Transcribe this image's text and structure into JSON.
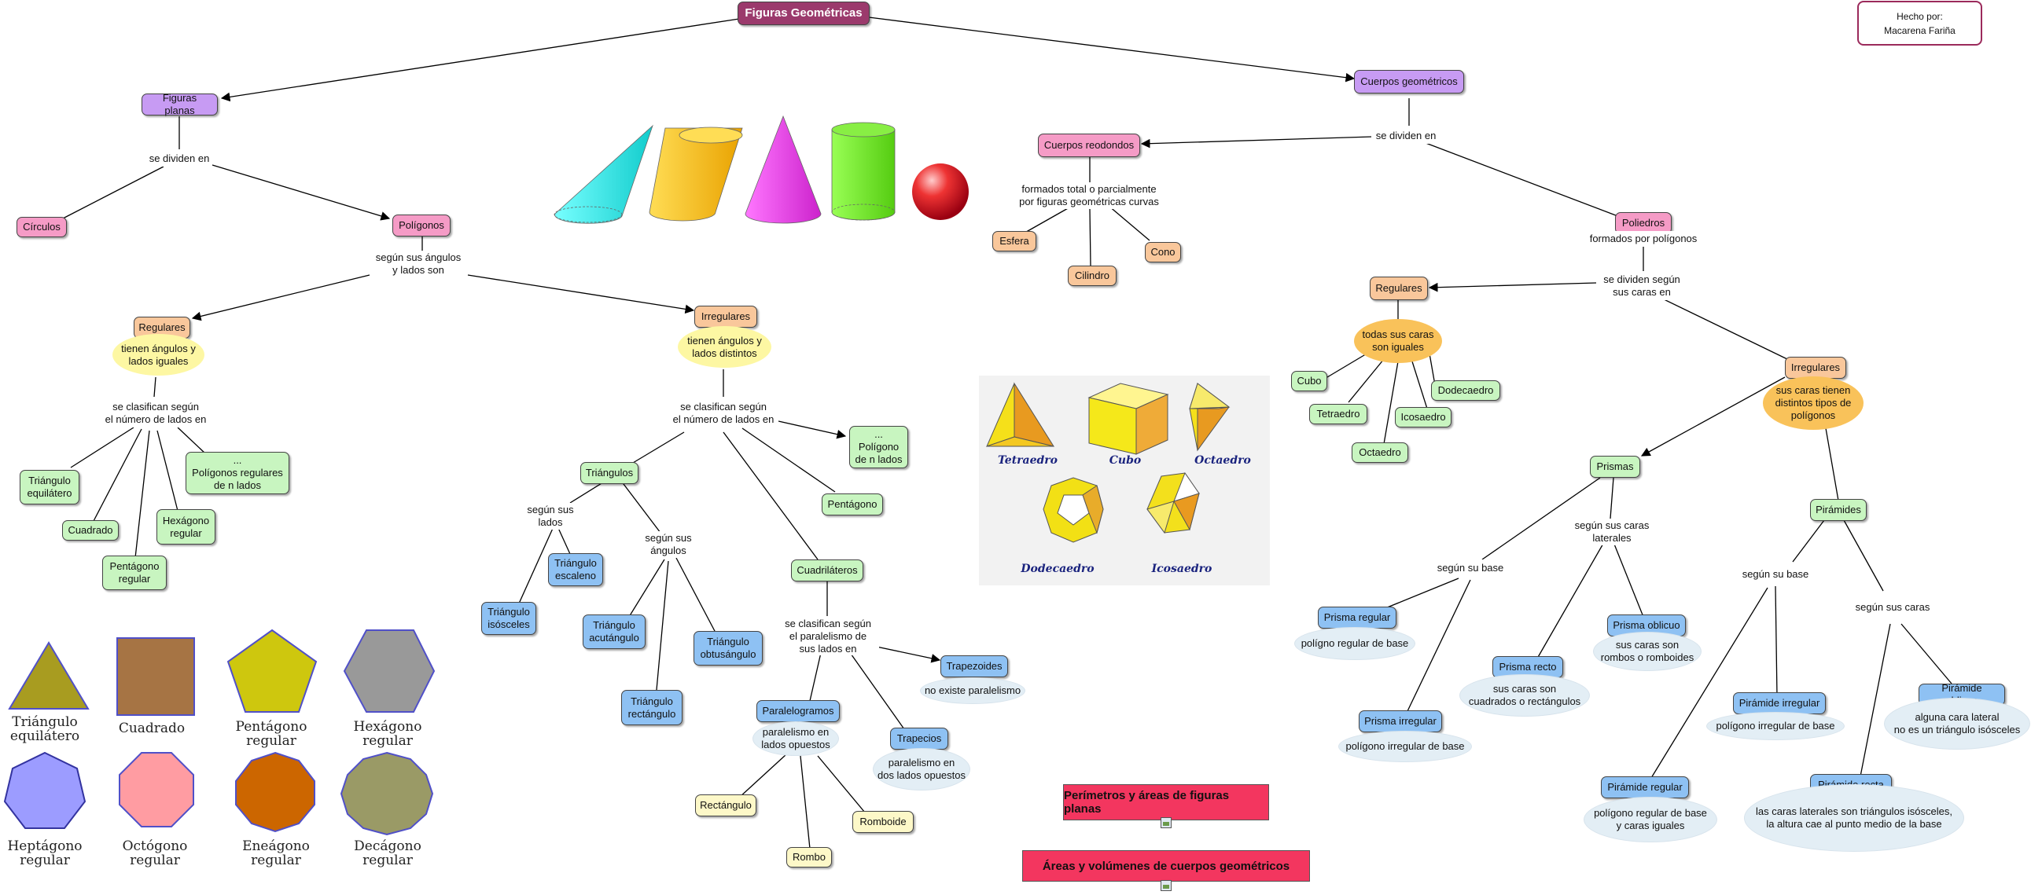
{
  "title": "Figuras Geométricas",
  "credit": {
    "line1": "Hecho por:",
    "line2": "Macarena Fariña"
  },
  "left": {
    "planas": "Figuras planas",
    "se_dividen": "se dividen en",
    "circulos": "Círculos",
    "poligonos": "Polígonos",
    "segun_angulos_lados": [
      "según sus ángulos",
      "y lados son"
    ],
    "regulares": "Regulares",
    "regulares_desc": [
      "tienen ángulos y",
      "lados iguales"
    ],
    "clasifican_reg": [
      "se clasifican según",
      "el número de lados en"
    ],
    "tri_equilatero": [
      "Triángulo",
      "equilátero"
    ],
    "cuadrado": "Cuadrado",
    "pentagono_regular": [
      "Pentágono",
      "regular"
    ],
    "hexagono_regular": [
      "Hexágono",
      "regular"
    ],
    "poligonos_regulares": [
      "...",
      "Polígonos regulares",
      "de n lados"
    ],
    "irregulares": "Irregulares",
    "irregulares_desc": [
      "tienen ángulos y",
      "lados distintos"
    ],
    "clasifican_irr": [
      "se clasifican según",
      "el número de lados en"
    ],
    "triangulos": "Triángulos",
    "poligono_n": [
      "...",
      "Polígono",
      "de n lados"
    ],
    "pentagono": "Pentágono",
    "segun_lados": [
      "según sus",
      "lados"
    ],
    "segun_angulos": [
      "según sus",
      "ángulos"
    ],
    "tri_escaleno": [
      "Triángulo",
      "escaleno"
    ],
    "tri_isosceles": [
      "Triángulo",
      "isósceles"
    ],
    "tri_acutangulo": [
      "Triángulo",
      "acutángulo"
    ],
    "tri_obtusangulo": [
      "Triángulo",
      "obtusángulo"
    ],
    "tri_rectangulo": [
      "Triángulo",
      "rectángulo"
    ],
    "cuadrilateros": "Cuadriláteros",
    "clasifican_paralelismo": [
      "se clasifican según",
      "el paralelismo de",
      "sus lados en"
    ],
    "trapezoides": "Trapezoides",
    "no_paralelismo": "no existe paralelismo",
    "paralelogramos": "Paralelogramos",
    "paralelismo_opuestos": [
      "paralelismo en",
      "lados opuestos"
    ],
    "trapecios": "Trapecios",
    "paralelismo_dos": [
      "paralelismo en",
      "dos lados opuestos"
    ],
    "rectangulo": "Rectángulo",
    "rombo": "Rombo",
    "romboide": "Romboide"
  },
  "right": {
    "cuerpos": "Cuerpos geométricos",
    "se_dividen": "se dividen en",
    "redondos": "Cuerpos reodondos",
    "redondos_desc": [
      "formados total o parcialmente",
      "por figuras geométricas curvas"
    ],
    "esfera": "Esfera",
    "cilindro": "Cilindro",
    "cono": "Cono",
    "poliedros": "Poliedros",
    "poliedros_desc": "formados por polígonos",
    "se_dividen_caras": [
      "se dividen según",
      "sus caras en"
    ],
    "regulares": "Regulares",
    "regulares_desc": [
      "todas sus caras",
      "son iguales"
    ],
    "cubo": "Cubo",
    "tetraedro": "Tetraedro",
    "icosaedro": "Icosaedro",
    "dodecaedro": "Dodecaedro",
    "octaedro": "Octaedro",
    "irregulares": "Irregulares",
    "irregulares_desc": [
      "sus caras tienen",
      "distintos tipos de",
      "polígonos"
    ],
    "prismas": "Prismas",
    "segun_base": "según su base",
    "segun_caras_laterales": [
      "según sus caras",
      "laterales"
    ],
    "prisma_regular": "Prisma regular",
    "prisma_regular_desc": "polígno regular de base",
    "prisma_irregular": "Prisma irregular",
    "prisma_irregular_desc": "polígono irregular de base",
    "prisma_recto": "Prisma recto",
    "prisma_recto_desc": [
      "sus caras son",
      "cuadrados o rectángulos"
    ],
    "prisma_oblicuo": "Prisma oblicuo",
    "prisma_oblicuo_desc": [
      "sus caras son",
      "rombos o romboides"
    ],
    "piramides": "Pirámides",
    "segun_base_p": "según su base",
    "segun_caras": "según sus caras",
    "piramide_irregular": "Pirámide irregular",
    "piramide_irregular_desc": "polígono irregular de base",
    "piramide_oblicua": "Pirámide oblicua",
    "piramide_oblicua_desc": [
      "alguna cara lateral",
      "no es un triángulo isósceles"
    ],
    "piramide_regular": "Pirámide regular",
    "piramide_regular_desc": [
      "polígono regular de base",
      "y caras iguales"
    ],
    "piramide_recta": "Pirámide recta",
    "piramide_recta_desc": [
      "las caras laterales son triángulos isósceles,",
      "la altura cae al punto medio de la base"
    ]
  },
  "links": {
    "perimetros": "Perímetros y áreas de figuras planas",
    "areas": "Áreas y volúmenes de cuerpos geométricos"
  },
  "polyhedra_panel": [
    "Tetraedro",
    "Cubo",
    "Octaedro",
    "Dodecaedro",
    "Icosaedro"
  ],
  "plane_shapes": [
    [
      "Triángulo",
      "equilátero"
    ],
    [
      "Cuadrado"
    ],
    [
      "Pentágono",
      "regular"
    ],
    [
      "Hexágono",
      "regular"
    ],
    [
      "Heptágono",
      "regular"
    ],
    [
      "Octógono",
      "regular"
    ],
    [
      "Eneágono",
      "regular"
    ],
    [
      "Decágono",
      "regular"
    ]
  ],
  "colors": {
    "title": "#9b3a6c",
    "purple": "#c79bf3",
    "pink": "#f59bc6",
    "orange": "#f9c79b",
    "green": "#c8f5c0",
    "blue": "#8ec1f3",
    "link": "#f3365f"
  }
}
